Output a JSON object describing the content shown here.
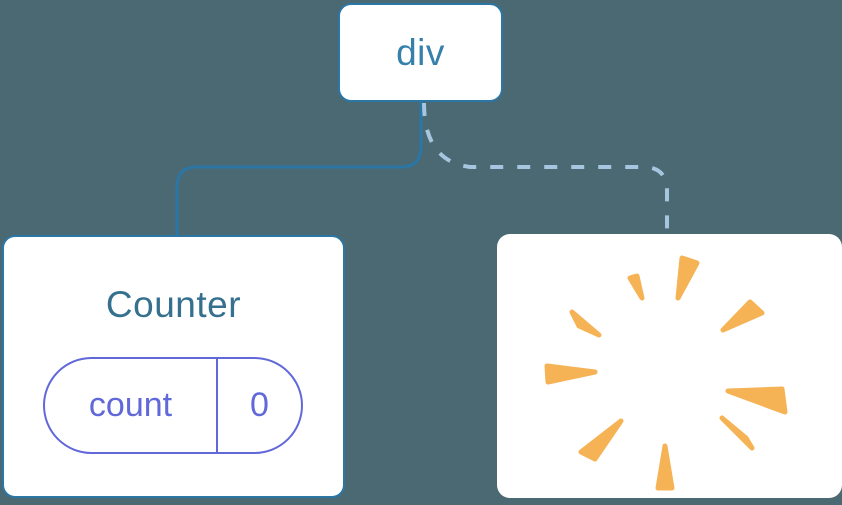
{
  "diagram": {
    "description": "Component tree diagram: a div root with a kept Counter child and a removed child shown as a poof starburst",
    "background_color": "#4a6972",
    "root_node": {
      "label": "div",
      "border_color": "#2b76a4",
      "text_color": "#3780ab"
    },
    "links": [
      {
        "type": "solid",
        "color": "#2b76a4",
        "connects": "div to Counter card"
      },
      {
        "type": "dashed",
        "color": "#a6c6df",
        "connects": "div to removed card"
      }
    ],
    "counter_card": {
      "title": "Counter",
      "title_color": "#35708f",
      "state_pill": {
        "key": "count",
        "value": "0",
        "accent_color": "#6168d9"
      }
    },
    "removed_card": {
      "icon": "poof-starburst-icon",
      "icon_color": "#f6b355"
    }
  }
}
